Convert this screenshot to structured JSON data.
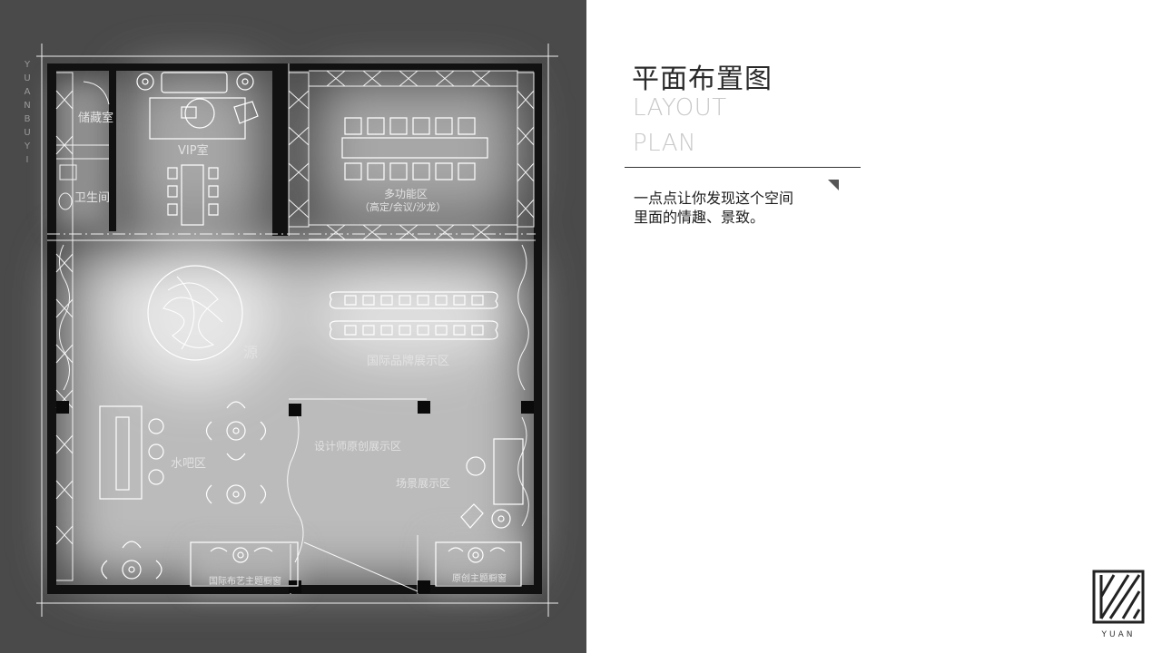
{
  "brand_vertical": [
    "Y",
    "U",
    "A",
    "N",
    "B",
    "U",
    "Y",
    "I"
  ],
  "title": "平面布置图",
  "subtitle_line1": "LAYOUT",
  "subtitle_line2": "PLAN",
  "description_line1": "一点点让你发现这个空间",
  "description_line2": "里面的情趣、景致。",
  "logo_text": "YUAN",
  "rooms": {
    "storage": "储藏室",
    "vip": "VIP室",
    "restroom": "卫生间",
    "multifunction": "多功能区",
    "multifunction_sub": "（高定/会议/沙龙）",
    "source": "源",
    "intl_brand": "国际品牌展示区",
    "designer": "设计师原创展示区",
    "water_bar": "水吧区",
    "scene": "场景展示区",
    "intl_fabric_window": "国际布艺主题橱窗",
    "original_window": "原创主题橱窗"
  },
  "colors": {
    "left_panel": "#4a4a4a",
    "plan_glow": "#d9d9d9",
    "line": "#ffffff",
    "title": "#2a2a2a",
    "subtitle": "#c8c8c8"
  }
}
